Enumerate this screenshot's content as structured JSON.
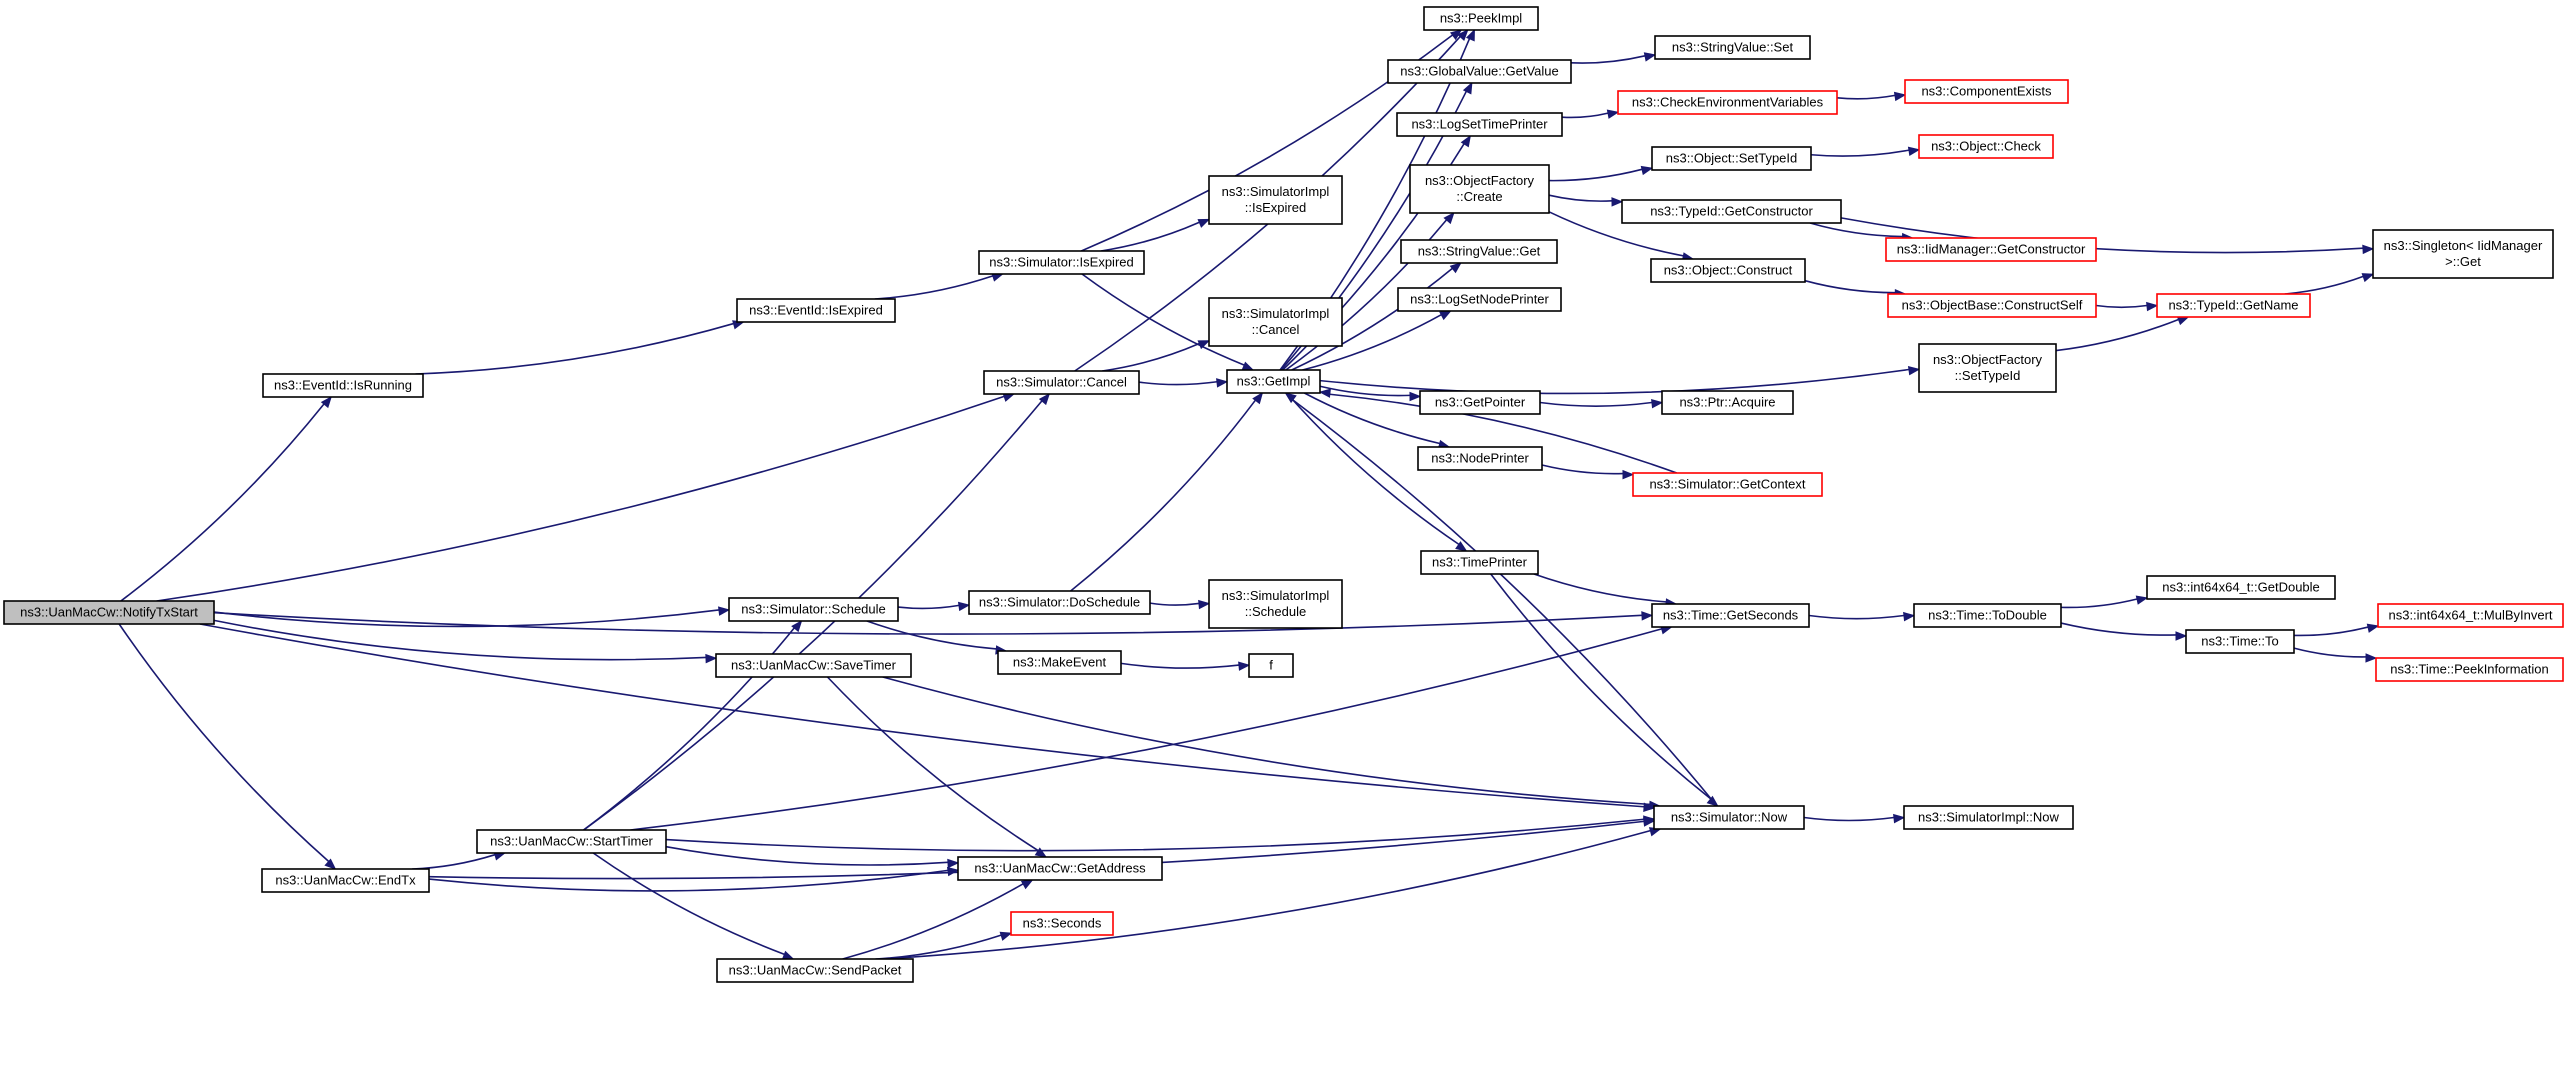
{
  "colors": {
    "edge": "#191970",
    "box_border": "#000000",
    "truncated_border": "#ff0000",
    "root_fill": "#bfbfbf"
  },
  "nodes": [
    {
      "id": "notifyTxStart",
      "lines": [
        "ns3::UanMacCw::NotifyTxStart"
      ],
      "style": "root"
    },
    {
      "id": "eventIsRunning",
      "lines": [
        "ns3::EventId::IsRunning"
      ],
      "style": "normal"
    },
    {
      "id": "eventIsExpired",
      "lines": [
        "ns3::EventId::IsExpired"
      ],
      "style": "normal"
    },
    {
      "id": "simIsExpired",
      "lines": [
        "ns3::Simulator::IsExpired"
      ],
      "style": "normal"
    },
    {
      "id": "simImplIsExpired",
      "lines": [
        "ns3::SimulatorImpl",
        "::IsExpired"
      ],
      "style": "normal"
    },
    {
      "id": "simCancel",
      "lines": [
        "ns3::Simulator::Cancel"
      ],
      "style": "normal"
    },
    {
      "id": "simImplCancel",
      "lines": [
        "ns3::SimulatorImpl",
        "::Cancel"
      ],
      "style": "normal"
    },
    {
      "id": "getImpl",
      "lines": [
        "ns3::GetImpl"
      ],
      "style": "normal"
    },
    {
      "id": "peekImpl",
      "lines": [
        "ns3::PeekImpl"
      ],
      "style": "normal"
    },
    {
      "id": "globalGetValue",
      "lines": [
        "ns3::GlobalValue::GetValue"
      ],
      "style": "normal"
    },
    {
      "id": "stringValueSet",
      "lines": [
        "ns3::StringValue::Set"
      ],
      "style": "normal"
    },
    {
      "id": "logSetTimePrinter",
      "lines": [
        "ns3::LogSetTimePrinter"
      ],
      "style": "normal"
    },
    {
      "id": "checkEnvVars",
      "lines": [
        "ns3::CheckEnvironmentVariables"
      ],
      "style": "truncated"
    },
    {
      "id": "componentExists",
      "lines": [
        "ns3::ComponentExists"
      ],
      "style": "truncated"
    },
    {
      "id": "objFactoryCreate",
      "lines": [
        "ns3::ObjectFactory",
        "::Create"
      ],
      "style": "normal"
    },
    {
      "id": "objSetTypeId",
      "lines": [
        "ns3::Object::SetTypeId"
      ],
      "style": "normal"
    },
    {
      "id": "objCheck",
      "lines": [
        "ns3::Object::Check"
      ],
      "style": "truncated"
    },
    {
      "id": "typeIdGetCtor",
      "lines": [
        "ns3::TypeId::GetConstructor"
      ],
      "style": "normal"
    },
    {
      "id": "iidMgrGetCtor",
      "lines": [
        "ns3::IidManager::GetConstructor"
      ],
      "style": "truncated"
    },
    {
      "id": "singletonGet",
      "lines": [
        "ns3::Singleton< IidManager",
        " >::Get"
      ],
      "style": "normal"
    },
    {
      "id": "stringValueGet",
      "lines": [
        "ns3::StringValue::Get"
      ],
      "style": "normal"
    },
    {
      "id": "objConstruct",
      "lines": [
        "ns3::Object::Construct"
      ],
      "style": "normal"
    },
    {
      "id": "logSetNodePrinter",
      "lines": [
        "ns3::LogSetNodePrinter"
      ],
      "style": "normal"
    },
    {
      "id": "objBaseConstructSelf",
      "lines": [
        "ns3::ObjectBase::ConstructSelf"
      ],
      "style": "truncated"
    },
    {
      "id": "typeIdGetName",
      "lines": [
        "ns3::TypeId::GetName"
      ],
      "style": "truncated"
    },
    {
      "id": "objFactorySetTypeId",
      "lines": [
        "ns3::ObjectFactory",
        "::SetTypeId"
      ],
      "style": "normal"
    },
    {
      "id": "getPointer",
      "lines": [
        "ns3::GetPointer"
      ],
      "style": "normal"
    },
    {
      "id": "ptrAcquire",
      "lines": [
        "ns3::Ptr::Acquire"
      ],
      "style": "normal"
    },
    {
      "id": "nodePrinter",
      "lines": [
        "ns3::NodePrinter"
      ],
      "style": "normal"
    },
    {
      "id": "simGetContext",
      "lines": [
        "ns3::Simulator::GetContext"
      ],
      "style": "truncated"
    },
    {
      "id": "timePrinter",
      "lines": [
        "ns3::TimePrinter"
      ],
      "style": "normal"
    },
    {
      "id": "simSchedule",
      "lines": [
        "ns3::Simulator::Schedule"
      ],
      "style": "normal"
    },
    {
      "id": "simDoSchedule",
      "lines": [
        "ns3::Simulator::DoSchedule"
      ],
      "style": "normal"
    },
    {
      "id": "simImplSchedule",
      "lines": [
        "ns3::SimulatorImpl",
        "::Schedule"
      ],
      "style": "normal"
    },
    {
      "id": "makeEvent",
      "lines": [
        "ns3::MakeEvent"
      ],
      "style": "normal"
    },
    {
      "id": "f",
      "lines": [
        "f"
      ],
      "style": "normal"
    },
    {
      "id": "saveTimer",
      "lines": [
        "ns3::UanMacCw::SaveTimer"
      ],
      "style": "normal"
    },
    {
      "id": "timeGetSeconds",
      "lines": [
        "ns3::Time::GetSeconds"
      ],
      "style": "normal"
    },
    {
      "id": "timeToDouble",
      "lines": [
        "ns3::Time::ToDouble"
      ],
      "style": "normal"
    },
    {
      "id": "int64GetDouble",
      "lines": [
        "ns3::int64x64_t::GetDouble"
      ],
      "style": "normal"
    },
    {
      "id": "timeTo",
      "lines": [
        "ns3::Time::To"
      ],
      "style": "normal"
    },
    {
      "id": "int64MulByInvert",
      "lines": [
        "ns3::int64x64_t::MulByInvert"
      ],
      "style": "truncated"
    },
    {
      "id": "timePeekInfo",
      "lines": [
        "ns3::Time::PeekInformation"
      ],
      "style": "truncated"
    },
    {
      "id": "simNow",
      "lines": [
        "ns3::Simulator::Now"
      ],
      "style": "normal"
    },
    {
      "id": "simImplNow",
      "lines": [
        "ns3::SimulatorImpl::Now"
      ],
      "style": "normal"
    },
    {
      "id": "startTimer",
      "lines": [
        "ns3::UanMacCw::StartTimer"
      ],
      "style": "normal"
    },
    {
      "id": "endTx",
      "lines": [
        "ns3::UanMacCw::EndTx"
      ],
      "style": "normal"
    },
    {
      "id": "getAddress",
      "lines": [
        "ns3::UanMacCw::GetAddress"
      ],
      "style": "normal"
    },
    {
      "id": "seconds",
      "lines": [
        "ns3::Seconds"
      ],
      "style": "truncated"
    },
    {
      "id": "sendPacket",
      "lines": [
        "ns3::UanMacCw::SendPacket"
      ],
      "style": "normal"
    }
  ],
  "edges": [
    [
      "notifyTxStart",
      "eventIsRunning"
    ],
    [
      "notifyTxStart",
      "simCancel"
    ],
    [
      "notifyTxStart",
      "timeGetSeconds"
    ],
    [
      "notifyTxStart",
      "simSchedule"
    ],
    [
      "notifyTxStart",
      "saveTimer"
    ],
    [
      "notifyTxStart",
      "endTx"
    ],
    [
      "notifyTxStart",
      "simNow"
    ],
    [
      "eventIsRunning",
      "eventIsExpired"
    ],
    [
      "eventIsExpired",
      "simIsExpired"
    ],
    [
      "simIsExpired",
      "peekImpl"
    ],
    [
      "simIsExpired",
      "simImplIsExpired"
    ],
    [
      "simIsExpired",
      "getImpl"
    ],
    [
      "simCancel",
      "peekImpl"
    ],
    [
      "simCancel",
      "simImplCancel"
    ],
    [
      "simCancel",
      "getImpl"
    ],
    [
      "getImpl",
      "peekImpl"
    ],
    [
      "getImpl",
      "globalGetValue"
    ],
    [
      "getImpl",
      "logSetTimePrinter"
    ],
    [
      "getImpl",
      "objFactoryCreate"
    ],
    [
      "getImpl",
      "stringValueGet"
    ],
    [
      "getImpl",
      "logSetNodePrinter"
    ],
    [
      "getImpl",
      "objFactorySetTypeId"
    ],
    [
      "getImpl",
      "getPointer"
    ],
    [
      "getImpl",
      "nodePrinter"
    ],
    [
      "getImpl",
      "timePrinter"
    ],
    [
      "globalGetValue",
      "stringValueSet"
    ],
    [
      "logSetTimePrinter",
      "checkEnvVars"
    ],
    [
      "checkEnvVars",
      "componentExists"
    ],
    [
      "objFactoryCreate",
      "objSetTypeId"
    ],
    [
      "objFactoryCreate",
      "typeIdGetCtor"
    ],
    [
      "objFactoryCreate",
      "objConstruct"
    ],
    [
      "objSetTypeId",
      "objCheck"
    ],
    [
      "typeIdGetCtor",
      "iidMgrGetCtor"
    ],
    [
      "typeIdGetCtor",
      "singletonGet"
    ],
    [
      "objConstruct",
      "objBaseConstructSelf"
    ],
    [
      "objBaseConstructSelf",
      "typeIdGetName"
    ],
    [
      "typeIdGetName",
      "singletonGet"
    ],
    [
      "objFactorySetTypeId",
      "typeIdGetName"
    ],
    [
      "getPointer",
      "ptrAcquire"
    ],
    [
      "nodePrinter",
      "simGetContext"
    ],
    [
      "simGetContext",
      "getImpl"
    ],
    [
      "timePrinter",
      "timeGetSeconds"
    ],
    [
      "timePrinter",
      "simNow"
    ],
    [
      "simNow",
      "getImpl"
    ],
    [
      "simNow",
      "simImplNow"
    ],
    [
      "timeGetSeconds",
      "timeToDouble"
    ],
    [
      "timeToDouble",
      "int64GetDouble"
    ],
    [
      "timeToDouble",
      "timeTo"
    ],
    [
      "timeTo",
      "int64MulByInvert"
    ],
    [
      "timeTo",
      "timePeekInfo"
    ],
    [
      "simSchedule",
      "simDoSchedule"
    ],
    [
      "simSchedule",
      "makeEvent"
    ],
    [
      "simDoSchedule",
      "getImpl"
    ],
    [
      "simDoSchedule",
      "simImplSchedule"
    ],
    [
      "makeEvent",
      "f"
    ],
    [
      "saveTimer",
      "getAddress"
    ],
    [
      "saveTimer",
      "simNow"
    ],
    [
      "startTimer",
      "simCancel"
    ],
    [
      "startTimer",
      "simSchedule"
    ],
    [
      "startTimer",
      "timeGetSeconds"
    ],
    [
      "startTimer",
      "simNow"
    ],
    [
      "startTimer",
      "getAddress"
    ],
    [
      "startTimer",
      "sendPacket"
    ],
    [
      "endTx",
      "startTimer"
    ],
    [
      "endTx",
      "getAddress"
    ],
    [
      "endTx",
      "simNow"
    ],
    [
      "sendPacket",
      "getAddress"
    ],
    [
      "sendPacket",
      "seconds"
    ],
    [
      "sendPacket",
      "simNow"
    ]
  ]
}
